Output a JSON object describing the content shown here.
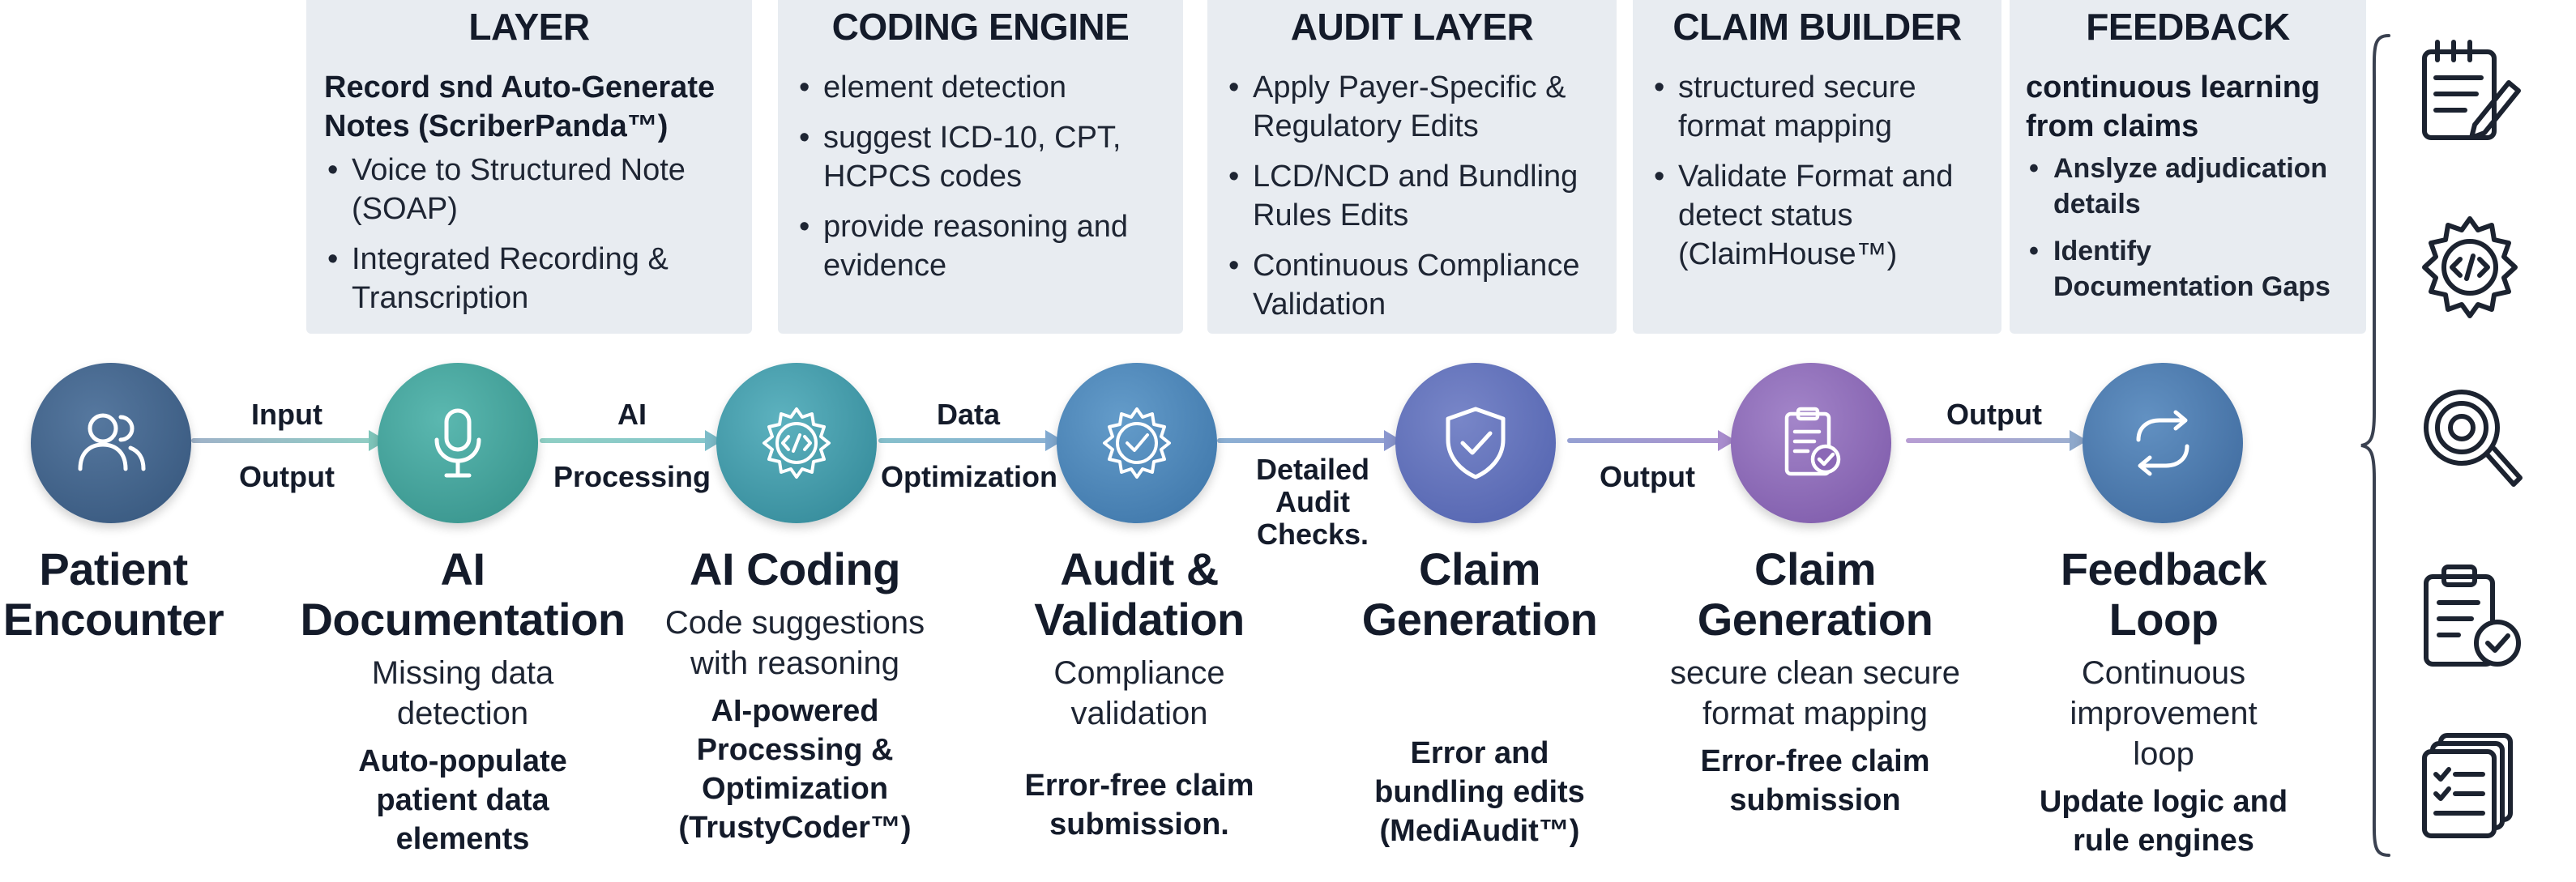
{
  "colors": {
    "panel_bg": "#e8ecf1",
    "patient": "#3e5f87",
    "ai_doc": "#3ea39c",
    "ai_coding": "#3f9aa9",
    "audit": "#4682b6",
    "claim_gen": "#5b6fbb",
    "claim_builder": "#8b67b6",
    "feedback": "#4a79ad"
  },
  "panels": [
    {
      "title": "LAYER",
      "subtitle": "Record snd Auto-Generate Notes (ScriberPanda™)",
      "bullets": [
        "Voice to Structured Note (SOAP)",
        "Integrated Recording & Transcription"
      ]
    },
    {
      "title": "CODING ENGINE",
      "subtitle": "",
      "bullets": [
        "element detection",
        "suggest ICD-10, CPT, HCPCS codes",
        "provide reasoning and evidence"
      ]
    },
    {
      "title": "AUDIT LAYER",
      "subtitle": "",
      "bullets": [
        "Apply Payer-Specific & Regulatory Edits",
        "LCD/NCD and Bundling Rules Edits",
        "Continuous Compliance Validation"
      ]
    },
    {
      "title": "CLAIM BUILDER",
      "subtitle": "",
      "bullets": [
        "structured secure format mapping",
        "Validate Format and detect status (ClaimHouse™)"
      ]
    },
    {
      "title": "FEEDBACK",
      "subtitle": "continuous learning from claims",
      "bullets": [
        "Anslyze adjudication details",
        "Identify Documentation Gaps"
      ]
    }
  ],
  "connectors": [
    {
      "top": "Input",
      "bottom": "Output"
    },
    {
      "top": "AI",
      "bottom": "Processing"
    },
    {
      "top": "Data",
      "bottom": "Optimization"
    },
    {
      "top": "",
      "bottom": "Detailed Audit Checks."
    },
    {
      "top": "",
      "bottom": "Output"
    },
    {
      "top": "Output",
      "bottom": ""
    }
  ],
  "stages": [
    {
      "icon": "users-icon",
      "title": "Patient Encounter",
      "desc": "",
      "bold": ""
    },
    {
      "icon": "microphone-icon",
      "title": "AI Documentation",
      "desc": "Missing data detection",
      "bold": "Auto-populate patient data elements"
    },
    {
      "icon": "code-gear-icon",
      "title": "AI Coding",
      "desc": "Code suggestions with reasoning",
      "bold": "AI-powered Processing & Optimization (TrustyCoder™)"
    },
    {
      "icon": "check-gear-icon",
      "title": "Audit & Validation",
      "desc": "Compliance validation",
      "bold": "Error-free claim submission."
    },
    {
      "icon": "shield-check-icon",
      "title": "Claim Generation",
      "desc": "",
      "bold": "Error and bundling edits (MediAudit™)"
    },
    {
      "icon": "clipboard-check-icon",
      "title": "Claim Generation",
      "desc": "secure clean secure format mapping",
      "bold": "Error-free claim submission"
    },
    {
      "icon": "refresh-icon",
      "title": "Feedback Loop",
      "desc": "Continuous improvement loop",
      "bold": "Update logic and rule engines"
    }
  ],
  "side_icons": [
    "notepad-pen-icon",
    "code-gear-icon",
    "magnifier-icon",
    "clipboard-check-icon",
    "checklist-stack-icon"
  ]
}
